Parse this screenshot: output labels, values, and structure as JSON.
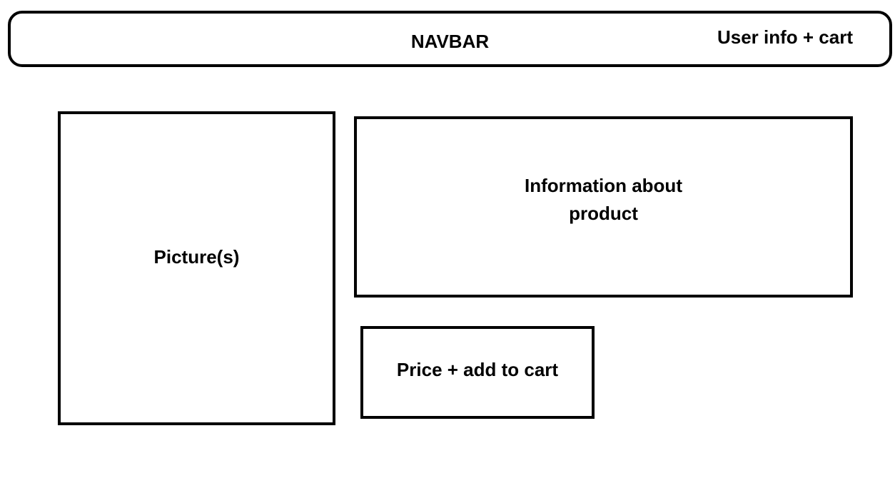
{
  "navbar": {
    "label": "NAVBAR",
    "user_cart_label": "User info + cart"
  },
  "picture": {
    "label": "Picture(s)"
  },
  "info": {
    "label_lines": [
      "Information about",
      "product"
    ]
  },
  "price": {
    "label": "Price + add to cart"
  }
}
